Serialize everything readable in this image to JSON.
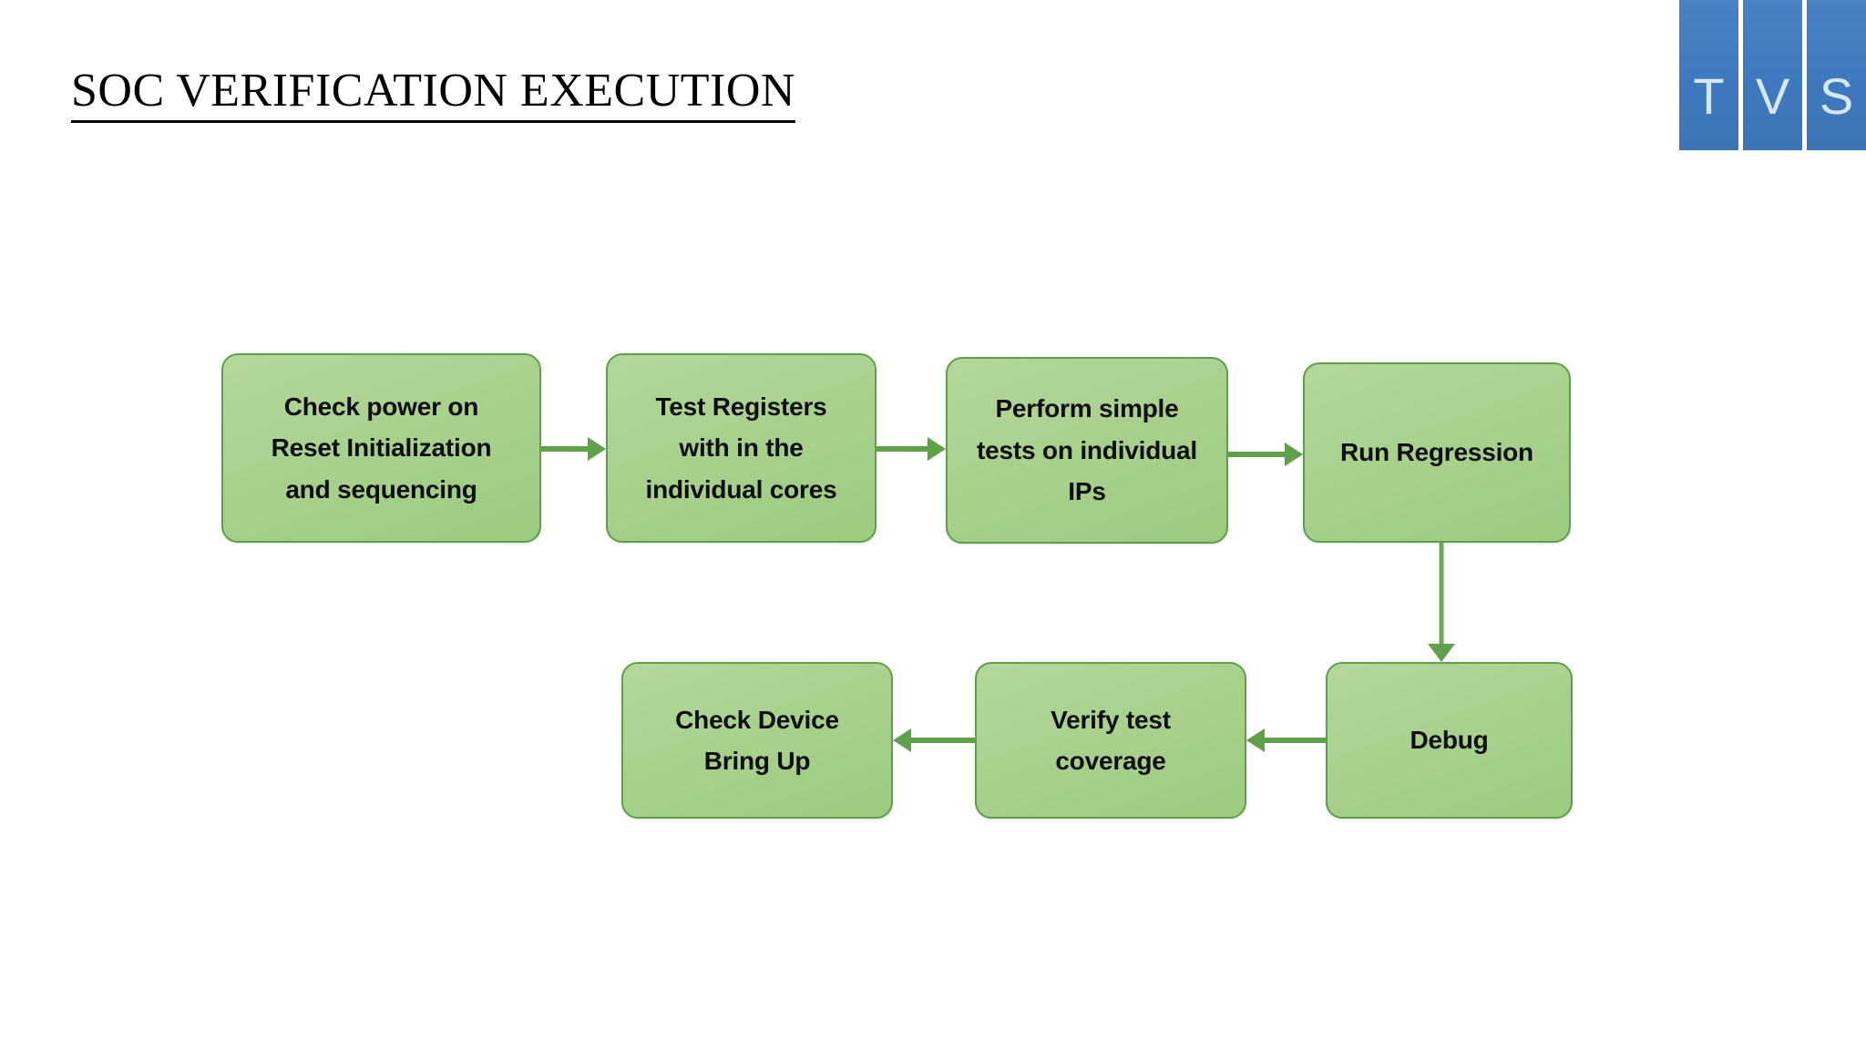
{
  "slide": {
    "title": "SOC VERIFICATION EXECUTION",
    "background_color": "#ffffff"
  },
  "logo": {
    "name": "TVS",
    "panels": [
      "T",
      "V",
      "S"
    ],
    "panel_color": "#3f79bd",
    "letter_color": "#d6e7f7"
  },
  "diagram": {
    "type": "flowchart",
    "box_fill_color": "#a9d18e",
    "box_border_color": "#5f9f4a",
    "arrow_color": "#5fa04b",
    "text_color": "#0d0d0d",
    "nodes": [
      {
        "id": "check-power-on",
        "label": "Check power on\nReset Initialization\nand sequencing"
      },
      {
        "id": "test-registers",
        "label": "Test Registers\nwith in the\nindividual cores"
      },
      {
        "id": "perform-simple-tests",
        "label": "Perform simple\ntests on individual\nIPs"
      },
      {
        "id": "run-regression",
        "label": "Run Regression"
      },
      {
        "id": "debug",
        "label": "Debug"
      },
      {
        "id": "verify-test-coverage",
        "label": "Verify test\ncoverage"
      },
      {
        "id": "check-device-bring-up",
        "label": "Check Device\nBring Up"
      }
    ],
    "edges": [
      {
        "from": "check-power-on",
        "to": "test-registers",
        "direction": "right"
      },
      {
        "from": "test-registers",
        "to": "perform-simple-tests",
        "direction": "right"
      },
      {
        "from": "perform-simple-tests",
        "to": "run-regression",
        "direction": "right"
      },
      {
        "from": "run-regression",
        "to": "debug",
        "direction": "down"
      },
      {
        "from": "debug",
        "to": "verify-test-coverage",
        "direction": "left"
      },
      {
        "from": "verify-test-coverage",
        "to": "check-device-bring-up",
        "direction": "left"
      }
    ]
  }
}
